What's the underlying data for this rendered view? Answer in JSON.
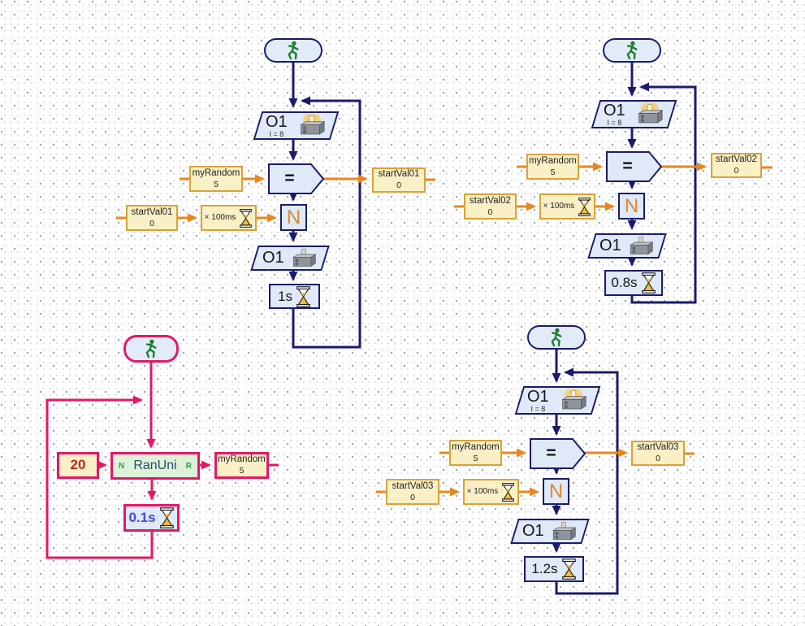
{
  "app": {
    "description": "Visual flowchart programming canvas with four programs"
  },
  "colors": {
    "flow_line": "#1b1b6b",
    "data_line": "#e8871f",
    "selection": "#e41866",
    "block_fill": "#dfe9f8",
    "data_fill": "#faf0c6",
    "data_border": "#d9a23a",
    "ranuni_fill": "#ddf2d8",
    "negate_text": "#e0862c",
    "wait_selected_text": "#3b4fd8",
    "const_text": "#c52222",
    "runner_green": "#1e7c2e"
  },
  "icons": {
    "start": "running-man-icon",
    "output": "lamp-icon",
    "wait": "hourglass-icon"
  },
  "programs": [
    {
      "output_set": {
        "label": "O1",
        "sublabel": "I = 8"
      },
      "compare": {
        "label": "="
      },
      "rand_input": {
        "name": "myRandom",
        "value": "5"
      },
      "result_output": {
        "name": "startVal01",
        "value": "0"
      },
      "negate": {
        "label": "N"
      },
      "time_input": {
        "name": "startVal01",
        "value": "0"
      },
      "time_scale": {
        "label": "× 100ms"
      },
      "output_reset": {
        "label": "O1"
      },
      "wait": {
        "label": "1s"
      }
    },
    {
      "output_set": {
        "label": "O1",
        "sublabel": "I = 8"
      },
      "compare": {
        "label": "="
      },
      "rand_input": {
        "name": "myRandom",
        "value": "5"
      },
      "result_output": {
        "name": "startVal02",
        "value": "0"
      },
      "negate": {
        "label": "N"
      },
      "time_input": {
        "name": "startVal02",
        "value": "0"
      },
      "time_scale": {
        "label": "× 100ms"
      },
      "output_reset": {
        "label": "O1"
      },
      "wait": {
        "label": "0.8s"
      }
    },
    {
      "const_input": {
        "value": "20"
      },
      "ranuni": {
        "port_in": "N",
        "label": "RanUni",
        "port_out": "R"
      },
      "result_output": {
        "name": "myRandom",
        "value": "5"
      },
      "wait": {
        "label": "0.1s"
      }
    },
    {
      "output_set": {
        "label": "O1",
        "sublabel": "I = 8"
      },
      "compare": {
        "label": "="
      },
      "rand_input": {
        "name": "myRandom",
        "value": "5"
      },
      "result_output": {
        "name": "startVal03",
        "value": "0"
      },
      "negate": {
        "label": "N"
      },
      "time_input": {
        "name": "startVal03",
        "value": "0"
      },
      "time_scale": {
        "label": "× 100ms"
      },
      "output_reset": {
        "label": "O1"
      },
      "wait": {
        "label": "1.2s"
      }
    }
  ]
}
